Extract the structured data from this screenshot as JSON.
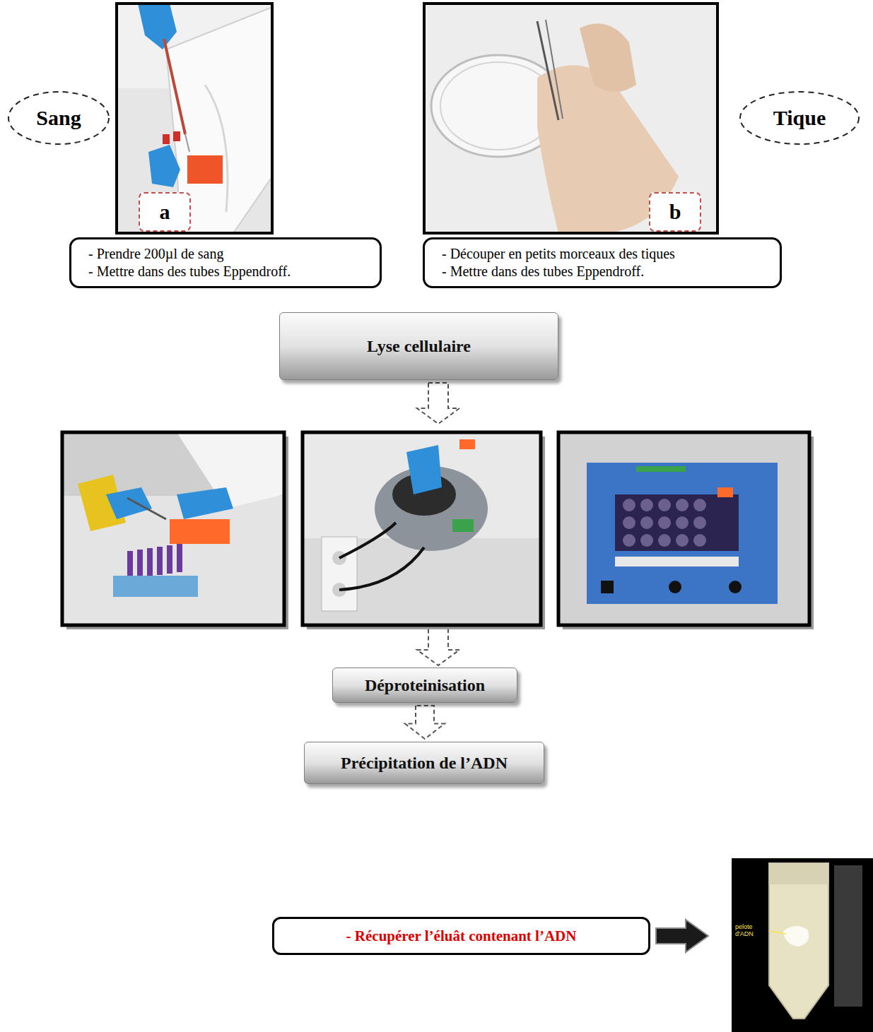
{
  "diagram": {
    "nodes": [
      {
        "text": [
          "Sang"
        ]
      },
      {
        "text": [
          "a"
        ]
      },
      {
        "text": [
          "b"
        ]
      },
      {
        "text": [
          "Tique"
        ]
      },
      {
        "text": [
          "- Prendre 200µl de sang",
          "- Mettre dans des tubes Eppendroff."
        ]
      },
      {
        "text": [
          "- Découper en petits morceaux des tiques",
          "- Mettre dans des tubes Eppendroff."
        ]
      },
      {
        "text": [
          "Lyse cellulaire"
        ]
      },
      {
        "text": [
          "Déproteinisation"
        ]
      },
      {
        "text": [
          "Précipitation de l’ADN"
        ]
      },
      {
        "text": [
          "- Récupérer l’éluât contenant l’ADN"
        ]
      }
    ],
    "edges": [
      {
        "from": 7,
        "to": 8,
        "arrow": "to"
      }
    ],
    "labels": [
      "pelote d'ADN"
    ]
  }
}
